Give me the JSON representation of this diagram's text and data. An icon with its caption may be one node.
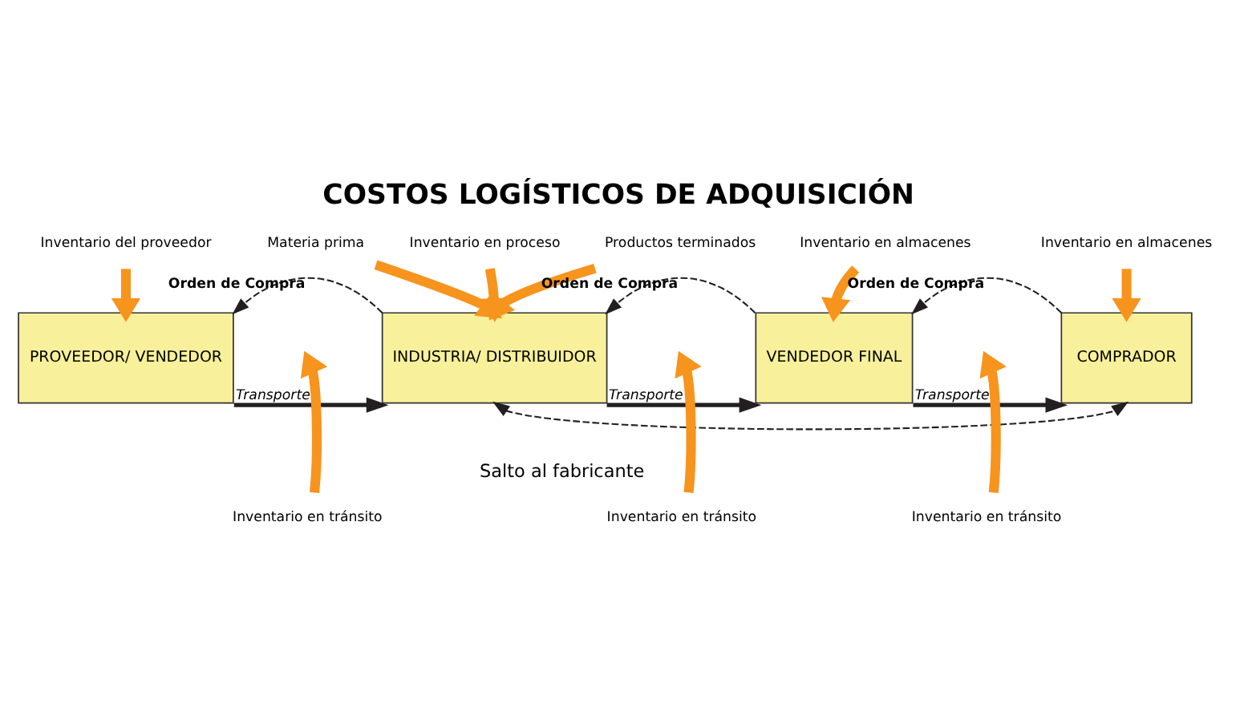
{
  "diagram": {
    "title": "COSTOS LOGÍSTICOS DE ADQUISICIÓN",
    "nodes": [
      {
        "text": [
          "Inventario del proveedor"
        ]
      },
      {
        "text": [
          "Materia prima"
        ]
      },
      {
        "text": [
          "Inventario en proceso"
        ]
      },
      {
        "text": [
          "Productos terminados"
        ]
      },
      {
        "text": [
          "Inventario en almacenes"
        ]
      },
      {
        "text": [
          "Inventario en almacenes"
        ]
      },
      {
        "text": [
          "PROVEEDOR/ VENDEDOR"
        ]
      },
      {
        "text": [
          "INDUSTRIA/ DISTRIBUIDOR"
        ]
      },
      {
        "text": [
          "VENDEDOR FINAL"
        ]
      },
      {
        "text": [
          "COMPRADOR"
        ]
      },
      {
        "text": [
          "Inventario en tránsito"
        ]
      },
      {
        "text": [
          "Inventario en tránsito"
        ]
      },
      {
        "text": [
          "Inventario en tránsito"
        ]
      }
    ],
    "edges": [
      {
        "from": 0,
        "to": 6,
        "arrow": "to"
      },
      {
        "from": 1,
        "to": 7,
        "arrow": "to"
      },
      {
        "from": 2,
        "to": 7,
        "arrow": "to"
      },
      {
        "from": 3,
        "to": 7,
        "arrow": "to"
      },
      {
        "from": 4,
        "to": 8,
        "arrow": "to"
      },
      {
        "from": 5,
        "to": 9,
        "arrow": "to"
      },
      {
        "from": 7,
        "to": 6,
        "arrow": "to",
        "style": "dashed",
        "color": "#231f20",
        "label": "Orden de Compra"
      },
      {
        "from": 6,
        "to": 7,
        "arrow": "to",
        "color": "#231f20",
        "label": "Transporte"
      },
      {
        "from": 8,
        "to": 7,
        "arrow": "to",
        "style": "dashed",
        "color": "#231f20",
        "label": "Orden de Compra"
      },
      {
        "from": 7,
        "to": 8,
        "arrow": "to",
        "color": "#231f20",
        "label": "Transporte"
      },
      {
        "from": 9,
        "to": 8,
        "arrow": "to",
        "style": "dashed",
        "color": "#231f20",
        "label": "Orden de Compra"
      },
      {
        "from": 8,
        "to": 9,
        "arrow": "to",
        "color": "#231f20",
        "label": "Transporte"
      },
      {
        "from": 10,
        "to": null,
        "arrow": "to"
      },
      {
        "from": 11,
        "to": null,
        "arrow": "to"
      },
      {
        "from": 12,
        "to": null,
        "arrow": "to"
      },
      {
        "from": 7,
        "to": 9,
        "arrow": "both",
        "style": "dashed",
        "color": "#231f20",
        "label": "Salto al fabricante"
      }
    ]
  }
}
